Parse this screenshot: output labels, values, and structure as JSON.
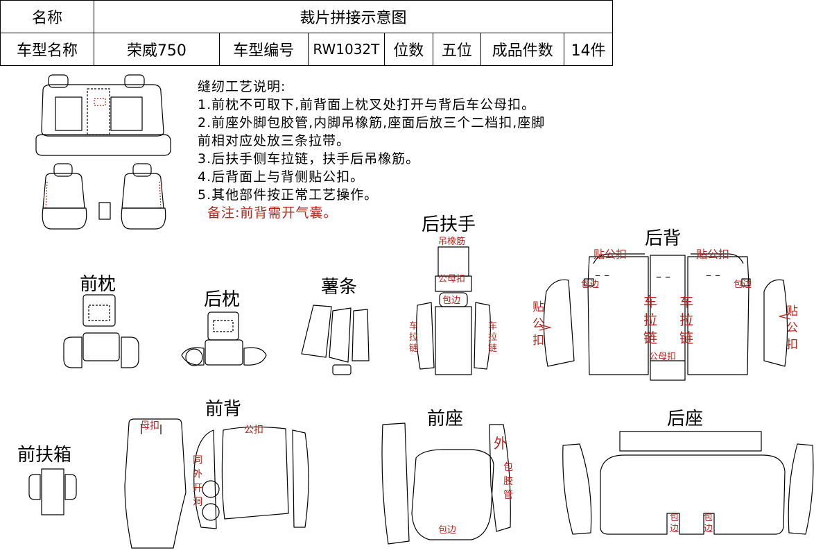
{
  "header": {
    "name_label": "名称",
    "name_value": "裁片拼接示意图",
    "model_name_label": "车型名称",
    "model_name_value": "荣威750",
    "model_code_label": "车型编号",
    "model_code_value": "RW1032T",
    "seats_label": "位数",
    "seats_value": "五位",
    "pieces_label": "成品件数",
    "pieces_value": "14件"
  },
  "notes": {
    "title": "缝纫工艺说明:",
    "lines": [
      "1.前枕不可取下,前背面上枕叉处打开与背后车公母扣。",
      "2.前座外脚包胶管,内脚吊橡筋,座面后放三个二档扣,座脚",
      "前相对应处放三条拉带。",
      "3.后扶手侧车拉链，扶手后吊橡筋。",
      "4.后背面上与背侧贴公扣。",
      "5.其他部件按正常工艺操作。"
    ],
    "remark": "备注:前背需开气囊。"
  },
  "sections": {
    "front_headrest": "前枕",
    "rear_headrest": "后枕",
    "potato_strip": "薯条",
    "rear_armrest": "后扶手",
    "rear_back": "后背",
    "front_armrest_box": "前扶箱",
    "front_back": "前背",
    "front_seat": "前座",
    "rear_seat": "后座"
  },
  "annotations": {
    "hang_elastic": "吊橡筋",
    "male_female": "公母扣",
    "edging": "包边",
    "zipper_v": [
      "车",
      "拉",
      "链"
    ],
    "stick_male": "贴公扣",
    "stick_male_v": [
      "贴",
      "公",
      "扣"
    ],
    "female_buckle": "母扣",
    "male_buckle": "公扣",
    "same_hole_v": [
      "同",
      "外",
      "开",
      "洞"
    ],
    "outer": "外",
    "rubber_tube_v": [
      "包",
      "胶",
      "管"
    ],
    "edging_v": [
      "包",
      "边"
    ],
    "dash_marks": "– –"
  },
  "colors": {
    "ink": "#000000",
    "red": "#b3261e"
  }
}
